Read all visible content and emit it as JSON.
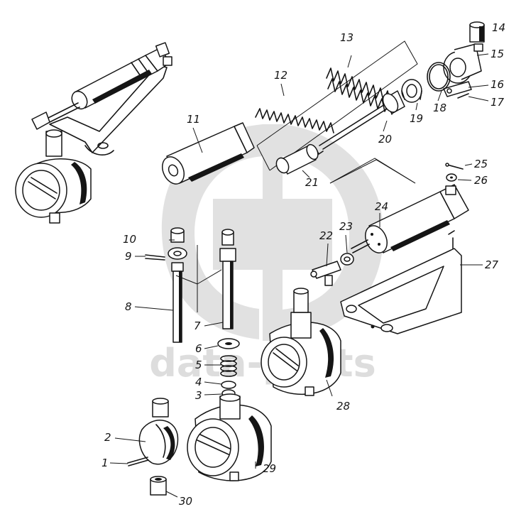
{
  "watermark": {
    "text": "data-parts"
  },
  "callouts": {
    "n1": "1",
    "n2": "2",
    "n3": "3",
    "n4": "4",
    "n5": "5",
    "n6": "6",
    "n7": "7",
    "n8": "8",
    "n9": "9",
    "n10": "10",
    "n11": "11",
    "n12": "12",
    "n13": "13",
    "n14": "14",
    "n15": "15",
    "n16": "16",
    "n17": "17",
    "n18": "18",
    "n19": "19",
    "n20": "20",
    "n21": "21",
    "n22": "22",
    "n23": "23",
    "n24": "24",
    "n25": "25",
    "n26": "26",
    "n27": "27",
    "n28": "28",
    "n29": "29",
    "n30": "30"
  }
}
